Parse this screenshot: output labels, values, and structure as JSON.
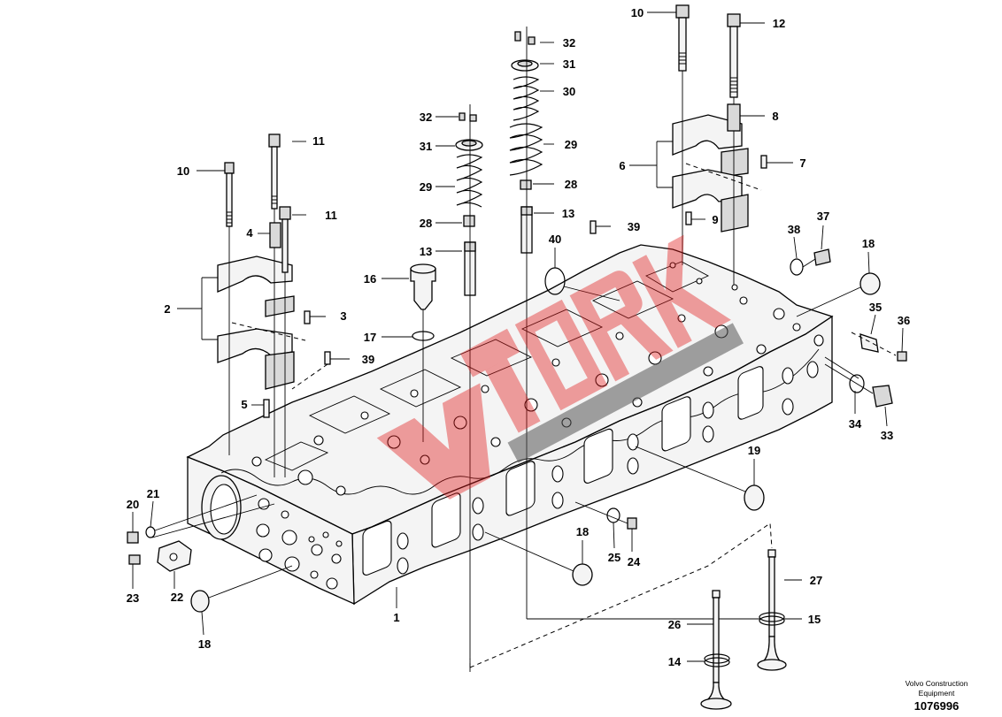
{
  "diagram": {
    "labels": {
      "l1": "1",
      "l2": "2",
      "l3": "3",
      "l4": "4",
      "l5": "5",
      "l6": "6",
      "l7": "7",
      "l8": "8",
      "l9": "9",
      "l10a": "10",
      "l10b": "10",
      "l11a": "11",
      "l11b": "11",
      "l12": "12",
      "l13a": "13",
      "l13b": "13",
      "l14": "14",
      "l15": "15",
      "l16": "16",
      "l17": "17",
      "l18a": "18",
      "l18b": "18",
      "l18c": "18",
      "l19": "19",
      "l20": "20",
      "l21": "21",
      "l22": "22",
      "l23": "23",
      "l24": "24",
      "l25": "25",
      "l26": "26",
      "l27": "27",
      "l28a": "28",
      "l28b": "28",
      "l29a": "29",
      "l29b": "29",
      "l30": "30",
      "l31a": "31",
      "l31b": "31",
      "l32a": "32",
      "l32b": "32",
      "l33": "33",
      "l34": "34",
      "l35": "35",
      "l36": "36",
      "l37": "37",
      "l38": "38",
      "l39a": "39",
      "l39b": "39",
      "l40": "40"
    },
    "footer": {
      "brand_line1": "Volvo Construction",
      "brand_line2": "Equipment",
      "drawing_number": "1076996"
    },
    "watermark": {
      "primary_color": "#e11d1d",
      "secondary_color": "#555555",
      "icon": "watermark-logo"
    }
  }
}
